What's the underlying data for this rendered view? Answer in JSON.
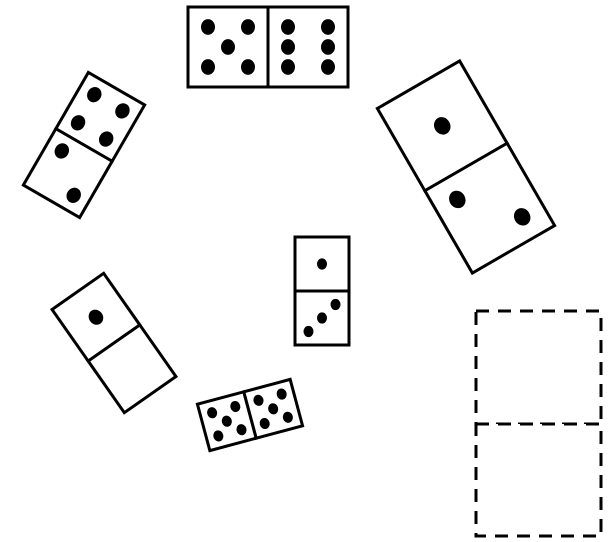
{
  "puzzle": {
    "dominoes": [
      {
        "id": "top",
        "pips": [
          5,
          6
        ]
      },
      {
        "id": "upper-left",
        "pips": [
          4,
          2
        ]
      },
      {
        "id": "right",
        "pips": [
          1,
          2
        ]
      },
      {
        "id": "center",
        "pips": [
          1,
          3
        ]
      },
      {
        "id": "lower-left",
        "pips": [
          1,
          0
        ]
      },
      {
        "id": "bottom",
        "pips": [
          5,
          5
        ]
      }
    ],
    "answer_slot": {
      "style": "dashed",
      "pips": [
        "?",
        "?"
      ]
    },
    "colors": {
      "ink": "#000000",
      "background": "#ffffff"
    }
  }
}
